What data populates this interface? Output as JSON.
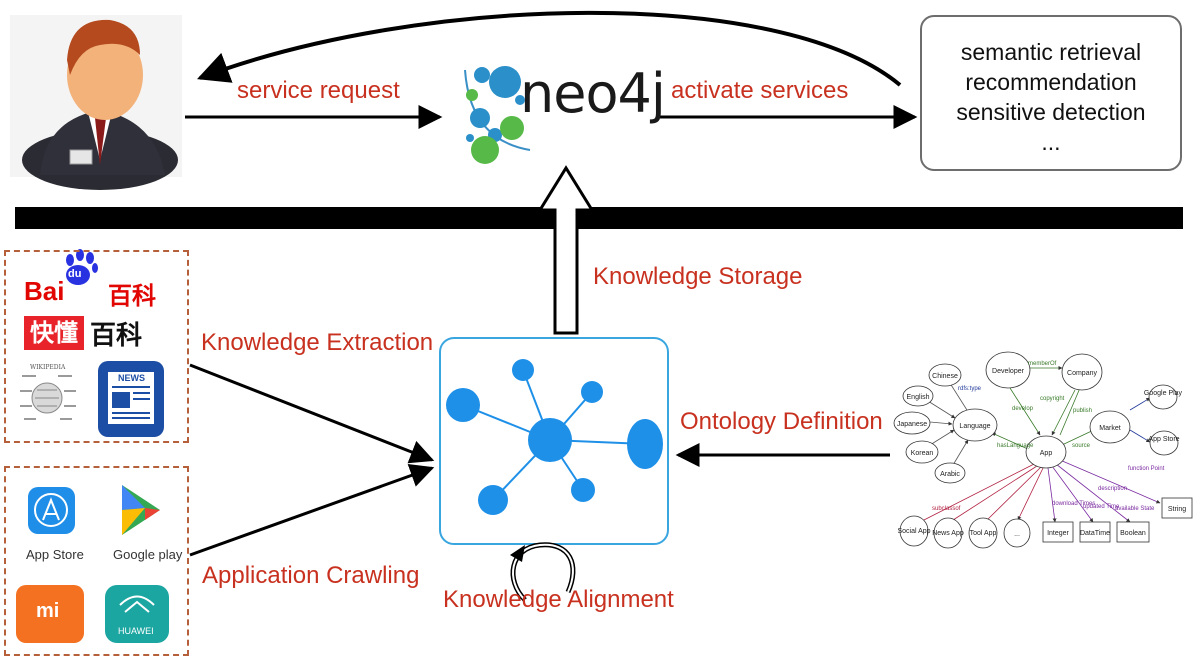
{
  "labels": {
    "service_request": "service request",
    "activate_services": "activate services",
    "knowledge_storage": "Knowledge Storage",
    "knowledge_extraction": "Knowledge Extraction",
    "ontology_definition": "Ontology Definition",
    "application_crawling": "Application Crawling",
    "knowledge_alignment": "Knowledge Alignment"
  },
  "neo4j_logo": "neo4j",
  "services": [
    "semantic retrieval",
    "recommendation",
    "sensitive detection",
    "..."
  ],
  "sources": {
    "baidu_bai": "Bai",
    "baidu_du": "du",
    "baidu_baike": "百科",
    "kuaidong": "快懂",
    "kuaidong_baike": "百科",
    "wikipedia": "WIKIPEDIA",
    "news": "NEWS"
  },
  "apps": {
    "app_store": "App Store",
    "google_play": "Google play",
    "xiaomi": "mi",
    "huawei": "HUAWEI"
  },
  "ontology": {
    "nodes": [
      "Chinese",
      "English",
      "Japanese",
      "Korean",
      "Arabic",
      "Language",
      "Developer",
      "Company",
      "App",
      "Market",
      "Google Play",
      "App Store",
      "Social App",
      "News App",
      "Tool App",
      "...",
      "Integer",
      "DataTime",
      "Boolean",
      "String"
    ],
    "edges": [
      "memberOf",
      "rdfs:type",
      "develop",
      "copyright",
      "publish",
      "hasLanguage",
      "source",
      "subclassof",
      "download Times",
      "updated Time",
      "available State",
      "function Point",
      "description"
    ]
  },
  "colors": {
    "label_red": "#c8311f",
    "graph_blue": "#1e90e8",
    "neo4j_green": "#57b947",
    "neo4j_blue": "#2b8fc9",
    "dashed_border": "#b5603a"
  }
}
